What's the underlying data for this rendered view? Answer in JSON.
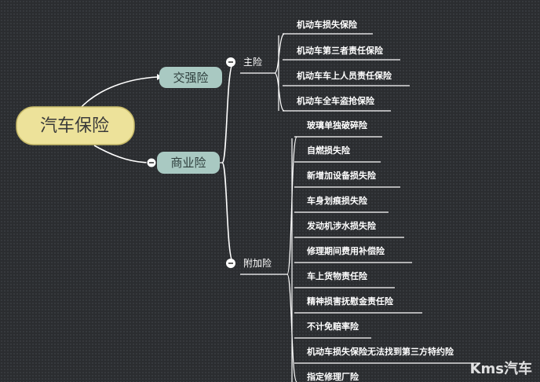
{
  "root": {
    "label": "汽车保险"
  },
  "branches": [
    {
      "label": "交强险"
    },
    {
      "label": "商业险",
      "groups": [
        {
          "label": "主险",
          "items": [
            "机动车损失保险",
            "机动车第三者责任保险",
            "机动车车上人员责任保险",
            "机动车全车盗抢保险"
          ]
        },
        {
          "label": "附加险",
          "items": [
            "玻璃单独破碎险",
            "自燃损失险",
            "新增加设备损失险",
            "车身划痕损失险",
            "发动机涉水损失险",
            "修理期间费用补偿险",
            "车上货物责任险",
            "精神损害抚慰金责任险",
            "不计免赔率险",
            "机动车损失保险无法找到第三方特约险",
            "指定修理厂险"
          ]
        }
      ]
    }
  ],
  "watermark": "Kms汽车",
  "colors": {
    "root_fill": "#ede29a",
    "mid_fill": "#a9c9c2",
    "line": "#ffffff",
    "background": "#2b2d30"
  }
}
